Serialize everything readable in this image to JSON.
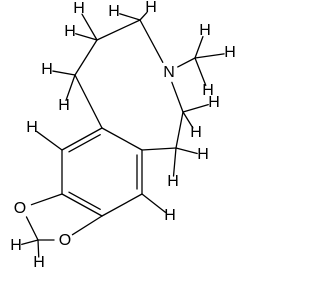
{
  "molecule": {
    "atom_labels": {
      "n1": "N",
      "o1": "O",
      "o2": "O"
    },
    "hydrogen_label": "H"
  }
}
